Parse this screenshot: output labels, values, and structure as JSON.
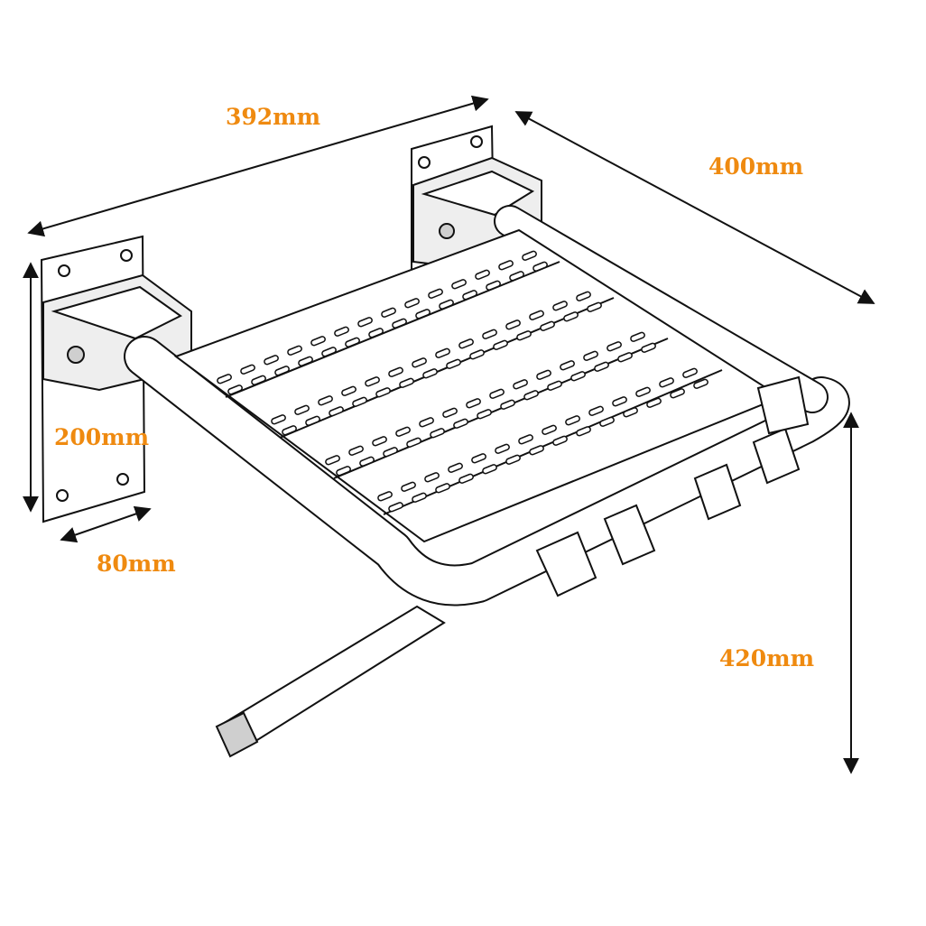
{
  "colors": {
    "label": "#ef8a10",
    "line": "#111111",
    "fill": "#ffffff",
    "metal": "#d9d9d9"
  },
  "dimensions": {
    "width_label": "392mm",
    "depth_label": "400mm",
    "plate_height_label": "200mm",
    "plate_width_label": "80mm",
    "seat_height_label": "420mm"
  }
}
